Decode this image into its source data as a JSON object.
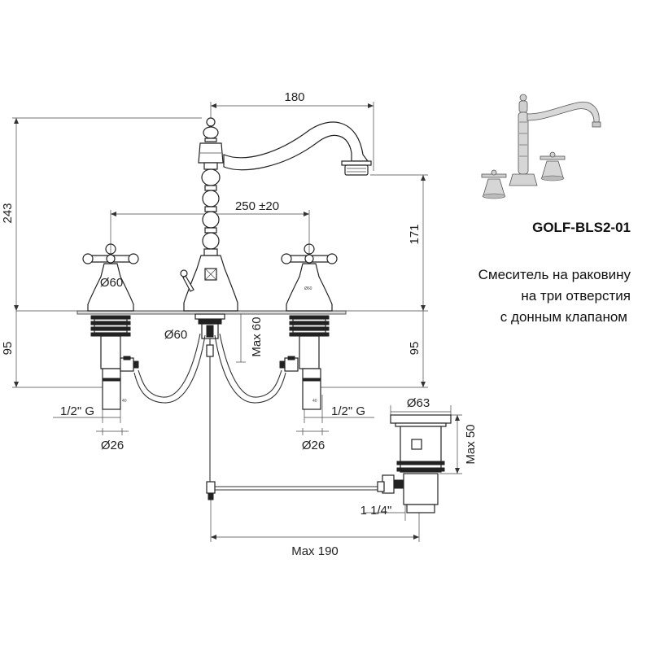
{
  "product": {
    "model": "GOLF-BLS2-01",
    "description_lines": [
      "Смеситель на раковину",
      "на три отверстия",
      "с донным клапаном"
    ]
  },
  "dimensions": {
    "spout_reach": "180",
    "total_height": "243",
    "spout_height": "171",
    "handle_spacing": "250 ±20",
    "handle_base_left": "Ø60",
    "handle_base_right_small": "Ø60",
    "body_base": "Ø60",
    "max_thickness": "Max 60",
    "below_left": "95",
    "below_right": "95",
    "thread_left": "1/2\" G",
    "thread_right": "1/2\" G",
    "pipe_left": "Ø26",
    "pipe_right": "Ø26",
    "drain_diameter": "Ø63",
    "drain_height": "Max 50",
    "drain_thread": "1 1/4\"",
    "drain_reach": "Max 190",
    "tiny_40_left": "40",
    "tiny_40_right": "40"
  },
  "colors": {
    "line": "#333333",
    "text": "#222222",
    "chrome": "#c8c8c8"
  }
}
